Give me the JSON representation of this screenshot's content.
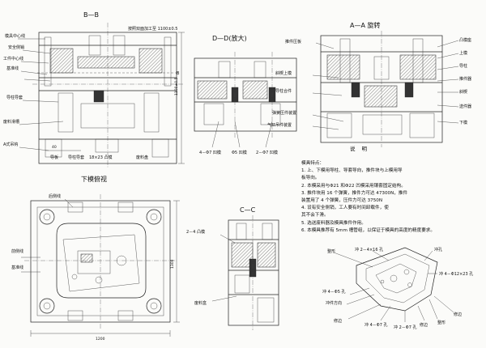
{
  "sections": {
    "bb": "B—B",
    "dd": "D—D(放大)",
    "aa": "A—A 旋转",
    "lower_view": "下模俯视",
    "cc": "C—C"
  },
  "bb_labels": {
    "l1": "模具中心线",
    "l2": "安全侧销",
    "l3": "工件中心线",
    "l4": "基准线",
    "l5": "导柱导套",
    "l6": "废料滑槽",
    "l7": "A式吊钩",
    "l8": "导板",
    "l9": "导柱导套",
    "l10": "废料盘",
    "spec": "按照双面加工至 1100±0.5",
    "dim40": "40",
    "dim_holes": "18×23 凸模",
    "dim_h": "1100±0.5",
    "mark1": "B"
  },
  "dd_labels": {
    "r1": "4－Φ7 凹模",
    "r2": "Φ5 凹模",
    "r3": "2－Φ7 凹模"
  },
  "aa_labels": {
    "a1": "推件压板",
    "a2": "斜楔上模",
    "a3": "导柱合件",
    "a4": "弹簧压件装置",
    "a5": "气缸吊件装置",
    "b1": "凸模座",
    "b2": "上模",
    "b3": "导柱",
    "b4": "推件器",
    "b5": "斜楔",
    "b6": "送件器",
    "b7": "下模"
  },
  "lower_labels": {
    "l1": "后侧线",
    "l2": "前侧线",
    "l3": "基准线",
    "dim_w": "1200",
    "dim_h": "1300"
  },
  "cc_labels": {
    "c1": "2－4 凸模",
    "c2": "废料盒"
  },
  "notes": {
    "heading": "说明",
    "items": [
      "模具特点：",
      "1. 上、下模用导柱、导套导向，推件块与上模用导",
      "   板导向。",
      "2. 本模采用与Φ21 和Φ22 凹模采用镶套固定结构。",
      "3. 推件块用 16 个弹簧，推件力可达 47300N，推件",
      "   装置用了 4 个弹簧，压件力可达 3750N",
      "4. 设有安全侧销，工人要有时间卸载件，使",
      "   其不会下滑。",
      "5. 选送废料器及模具推件作用。",
      "6. 本模具推荐有 5mm 槽管组，以保证于模具的高度的精度要求。"
    ]
  },
  "part_labels": {
    "p1": "整形",
    "p2": "冲 2－4×16 孔",
    "p3": "冲孔",
    "p4": "冲 4－Φ12×23 孔",
    "p5": "冲 4－Φ5 孔",
    "p6": "冲件方向",
    "p7": "修边",
    "p8": "冲 4－Φ7 孔",
    "p9": "冲 2－Φ7 孔",
    "p10": "修边",
    "p11": "整形",
    "p12": "修边"
  }
}
